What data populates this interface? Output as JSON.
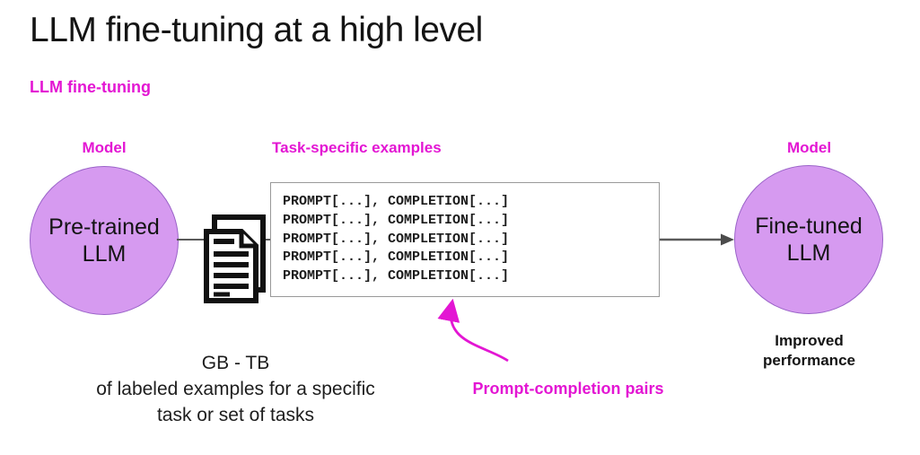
{
  "title": "LLM fine-tuning at a high level",
  "subtitle": "LLM fine-tuning",
  "colors": {
    "magenta": "#e316d3",
    "circleFill": "#d69af0",
    "circleBorder": "#9a63c8",
    "lineGray": "#5a5a5a",
    "boxBorder": "#999999"
  },
  "pretrained_model": {
    "label": "Model",
    "name_line1": "Pre-trained",
    "name_line2": "LLM"
  },
  "examples_box": {
    "label": "Task-specific examples",
    "lines": [
      "PROMPT[...], COMPLETION[...]",
      "PROMPT[...], COMPLETION[...]",
      "PROMPT[...], COMPLETION[...]",
      "PROMPT[...], COMPLETION[...]",
      "PROMPT[...], COMPLETION[...]"
    ]
  },
  "finetuned_model": {
    "label": "Model",
    "name_line1": "Fine-tuned",
    "name_line2": "LLM",
    "caption": "Improved performance"
  },
  "data_note": {
    "line1": "GB - TB",
    "line2": "of labeled examples for a specific",
    "line3": "task or set of tasks"
  },
  "annotation": {
    "label": "Prompt-completion pairs"
  }
}
